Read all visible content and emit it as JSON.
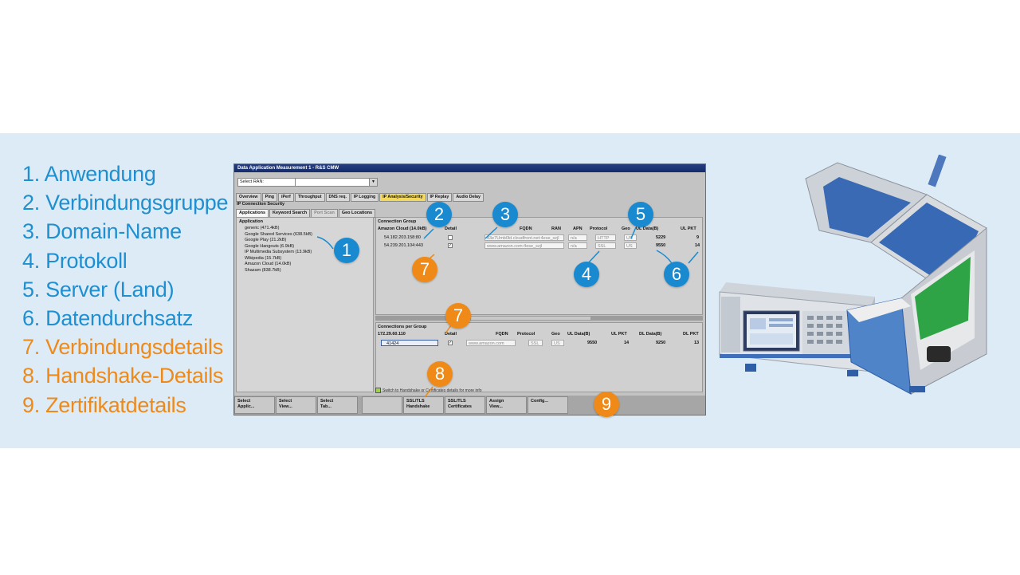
{
  "legend": [
    {
      "text": "1. Anwendung",
      "color": "#1e8fd0"
    },
    {
      "text": "2. Verbindungsgruppe",
      "color": "#1e8fd0"
    },
    {
      "text": "3. Domain-Name",
      "color": "#1e8fd0"
    },
    {
      "text": "4. Protokoll",
      "color": "#1e8fd0"
    },
    {
      "text": "5. Server (Land)",
      "color": "#1e8fd0"
    },
    {
      "text": "6. Datendurchsatz",
      "color": "#1e8fd0"
    },
    {
      "text": "7. Verbindungsdetails",
      "color": "#ee8a1a"
    },
    {
      "text": "8. Handshake-Details",
      "color": "#ee8a1a"
    },
    {
      "text": "9. Zertifikatdetails",
      "color": "#ee8a1a"
    }
  ],
  "window": {
    "title": "Data Application Measurement 1 - R&S CMW",
    "select_ran_label": "Select RAN:",
    "tabs": [
      "Overview",
      "Ping",
      "iPerf",
      "Throughput",
      "DNS req.",
      "IP Logging",
      "IP Analysis/Security",
      "IP Replay",
      "Audio Delay"
    ],
    "active_tab": "IP Analysis/Security",
    "section_title": "IP Connection Security",
    "subtabs": [
      "Applications",
      "Keyword Search",
      "Port Scan",
      "Geo Locations"
    ],
    "applications": {
      "header": "Application",
      "items": [
        "generic (471.4kB)",
        "Google Shared Services (638.5kB)",
        "Google Play (21.2kB)",
        "Google Hangouts (6.9kB)",
        "IP Multimedia Subsystem (13.9kB)",
        "Wikipedia (15.7kB)",
        "Amazon Cloud (14.0kB)",
        "Shazam (838.7kB)"
      ]
    },
    "connection_group": {
      "title": "Connection Group",
      "columns": [
        "Amazon Cloud (14.0kB)",
        "Detail",
        "FQDN",
        "RAN",
        "APN",
        "Protocol",
        "Geo",
        "UL Data(B)",
        "UL PKT"
      ],
      "rows": [
        {
          "ip": "54.182.203.158:80",
          "fqdn": "d3e7Umb0ld.cloudfront.net:4ese_szjl",
          "ran": "n/a",
          "protocol": "HTTP",
          "geo": "US",
          "ul_data": "5229",
          "ul_pkt": "9",
          "checked": false
        },
        {
          "ip": "54.239.201.104:443",
          "fqdn": "www.amazon.com:4ese_szjl",
          "ran": "n/a",
          "protocol": "SSL",
          "geo": "US",
          "ul_data": "9550",
          "ul_pkt": "14",
          "checked": true
        }
      ]
    },
    "connections_per_group": {
      "title": "Connections per Group",
      "columns": [
        "172.29.60.110",
        "Detail",
        "FQDN",
        "Protocol",
        "Geo",
        "UL Data(B)",
        "UL PKT",
        "DL Data(B)",
        "DL PKT"
      ],
      "rows": [
        {
          "ip": "41424",
          "fqdn": "www.amazon.com",
          "protocol": "SSL",
          "geo": "US",
          "ul_data": "9550",
          "ul_pkt": "14",
          "dl_data": "9250",
          "dl_pkt": "13",
          "checked": true
        }
      ]
    },
    "status_text": "Switch to Handshake or Certificates details for more info",
    "softkeys": [
      "Select\nApplic...",
      "Select\nView...",
      "Select\nTab...",
      "",
      "SSL/TLS\nHandshake",
      "SSL/TLS\nCertificates",
      "Assign\nView...",
      "Config..."
    ]
  },
  "callouts": [
    "1",
    "2",
    "3",
    "4",
    "5",
    "6",
    "7",
    "7",
    "8",
    "9"
  ]
}
